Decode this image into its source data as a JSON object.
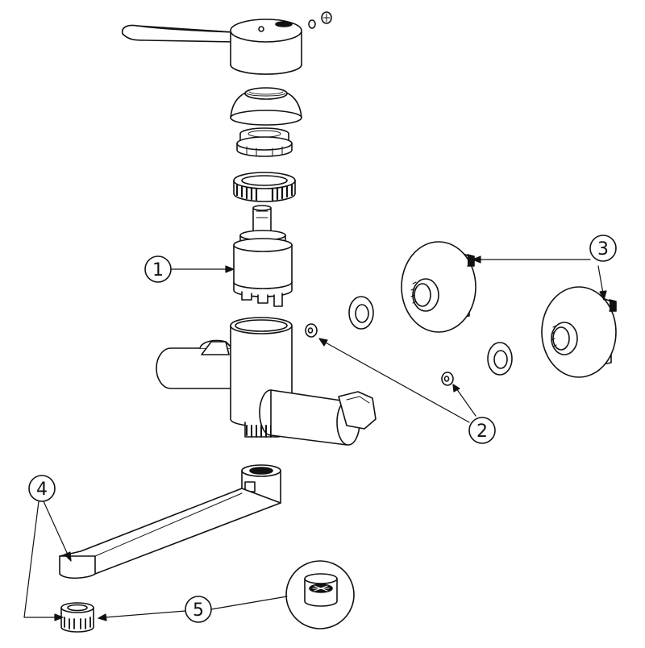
{
  "diagram": {
    "colors": {
      "stroke": "#111111",
      "fill": "#ffffff"
    },
    "callouts": [
      {
        "id": "1",
        "label": "1"
      },
      {
        "id": "2",
        "label": "2"
      },
      {
        "id": "3",
        "label": "3"
      },
      {
        "id": "4",
        "label": "4"
      },
      {
        "id": "5",
        "label": "5"
      }
    ]
  }
}
